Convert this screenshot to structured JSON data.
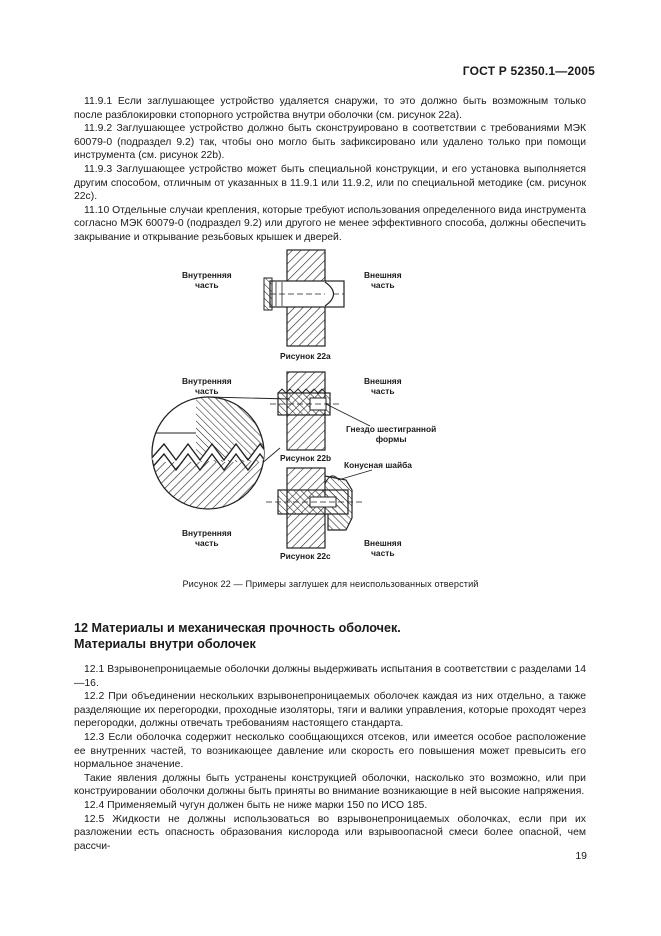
{
  "header": {
    "standard": "ГОСТ Р 52350.1—2005"
  },
  "paragraphs_top": [
    "11.9.1 Если заглушающее устройство удаляется снаружи, то это должно быть возможным только после разблокировки стопорного устройства внутри оболочки (см. рисунок 22а).",
    "11.9.2 Заглушающее устройство должно быть сконструировано в соответствии с требованиями МЭК 60079-0 (подраздел 9.2) так, чтобы оно могло быть зафиксировано или удалено только при помощи инструмента (см. рисунок 22b).",
    "11.9.3 Заглушающее устройство может быть специальной конструкции, и его установка выполняется другим способом, отличным от указанных в 11.9.1 или 11.9.2, или по специальной методике (см. рисунок 22c).",
    "11.10 Отдельные случаи крепления, которые требуют использования определенного вида инструмента согласно МЭК 60079-0 (подраздел 9.2) или другого не менее эффективного способа, должны обеспечить закрывание и открывание резьбовых крышек и дверей."
  ],
  "figure": {
    "inner_part": "Внутренняя часть",
    "outer_part": "Внешняя часть",
    "inner_part_a": [
      "Внутренняя",
      "часть"
    ],
    "outer_part_a": [
      "Внешняя",
      "часть"
    ],
    "inner_part_b": [
      "Внутренняя",
      "часть"
    ],
    "outer_part_b": [
      "Внешняя",
      "часть"
    ],
    "inner_part_c": [
      "Внутренняя",
      "часть"
    ],
    "outer_part_c": [
      "Внешняя",
      "часть"
    ],
    "hex_socket": [
      "Гнездо шестигранной",
      "формы"
    ],
    "cone_washer": "Конусная шайба",
    "sub_a": "Рисунок 22а",
    "sub_b": "Рисунок 22b",
    "sub_c": "Рисунок 22c",
    "caption": "Рисунок 22 — Примеры заглушек для неиспользованных отверстий"
  },
  "section": {
    "title_line1": "12 Материалы и механическая прочность оболочек.",
    "title_line2": "Материалы внутри оболочек"
  },
  "paragraphs_bottom": [
    "12.1 Взрывонепроницаемые оболочки должны выдерживать испытания в соответствии с разделами 14—16.",
    "12.2 При объединении нескольких взрывонепроницаемых оболочек каждая из них отдельно, а также разделяющие их перегородки, проходные изоляторы, тяги и валики управления, которые проходят через перегородки, должны отвечать требованиям настоящего стандарта.",
    "12.3 Если оболочка содержит несколько сообщающихся отсеков, или имеется особое расположение ее внутренних частей, то возникающее давление или скорость его повышения может превысить его нормальное значение.",
    "Такие явления должны быть устранены конструкцией оболочки, насколько это возможно, или при конструировании оболочки должны быть приняты во внимание возникающие в ней высокие напряжения.",
    "12.4 Применяемый чугун должен быть не ниже марки 150 по ИСО 185.",
    "12.5 Жидкости не должны использоваться во взрывонепроницаемых оболочках, если при их разложении есть опасность образования кислорода или взрывоопасной смеси более опасной, чем рассчи-"
  ],
  "page_number": "19"
}
